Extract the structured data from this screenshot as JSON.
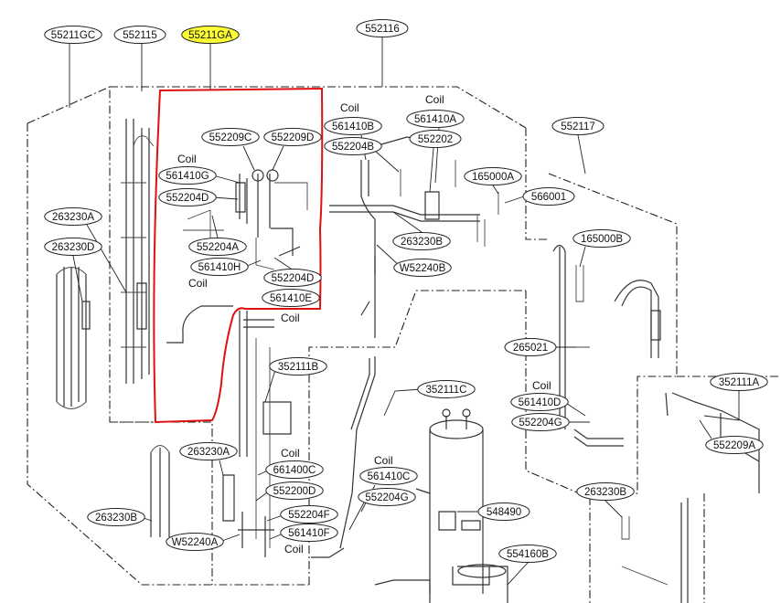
{
  "diagram": {
    "colors": {
      "highlight_fill": "#ffff33",
      "selection_outline": "#e01010",
      "line": "#222222"
    },
    "labels": {
      "l_552110C": "55211GC",
      "l_552115": "552115",
      "l_55211GA": "55211GA",
      "l_552116": "552116",
      "l_552209C": "552209C",
      "l_552209D": "552209D",
      "l_561410G": "561410G",
      "l_552204D": "552204D",
      "l_552204A": "552204A",
      "l_561410H": "561410H",
      "l_552204D_2": "552204D",
      "l_561410E": "561410E",
      "l_561410B": "561410B",
      "l_561410A": "561410A",
      "l_552204B": "552204B",
      "l_552202": "552202",
      "l_165000A": "165000A",
      "l_566001": "566001",
      "l_263230B": "263230B",
      "l_W52240B": "W52240B",
      "l_552117": "552117",
      "l_165000B": "165000B",
      "l_263230A": "263230A",
      "l_263230D": "263230D",
      "l_265021": "265021",
      "l_352111B": "352111B",
      "l_352111C": "352111C",
      "l_561410D": "561410D",
      "l_552204G": "552204G",
      "l_352111A": "352111A",
      "l_552209A": "552209A",
      "l_263230A_2": "263230A",
      "l_661400C": "661400C",
      "l_552200D": "552200D",
      "l_552204F": "552204F",
      "l_561410F": "561410F",
      "l_W52240A": "W52240A",
      "l_263230B_2": "263230B",
      "l_561410C": "561410C",
      "l_552204G_2": "552204G",
      "l_548490": "548490",
      "l_263230B_3": "263230B",
      "l_554160B": "554160B"
    },
    "coil_text": "Coil"
  }
}
